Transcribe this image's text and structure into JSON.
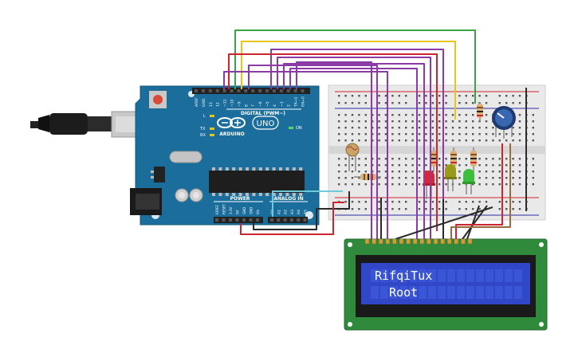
{
  "arduino": {
    "logo_text": "ARDUINO",
    "model": "UNO",
    "digital_label": "DIGITAL (PWM~)",
    "power_label": "POWER",
    "analog_label": "ANALOG IN",
    "on_label": "ON",
    "led_labels": [
      "L",
      "TX",
      "RX"
    ],
    "digital_pins": [
      "AREF",
      "GND",
      "13",
      "12",
      "~11",
      "~10",
      "~9",
      "8",
      "7",
      "~6",
      "~5",
      "4",
      "~3",
      "2",
      "TX→1",
      "RX←0"
    ],
    "power_pins": [
      "IOREF",
      "RESET",
      "3.3V",
      "5V",
      "GND",
      "GND",
      "Vin"
    ],
    "analog_pins": [
      "A0",
      "A1",
      "A2",
      "A3",
      "A4",
      "A5"
    ]
  },
  "lcd": {
    "line1": "RifqiTux",
    "line2": "  Root"
  },
  "colors": {
    "board": "#1b6e9c",
    "lcd_pcb": "#2f8a3c",
    "lcd_screen": "#3048c8",
    "breadboard": "#e9e9e9",
    "wire_purple": "#8c3aa8",
    "wire_red": "#d0232f",
    "wire_yellow": "#e8c51b",
    "wire_green": "#3ca24a",
    "wire_black": "#2a2a2a",
    "wire_brown": "#9a6a3c",
    "wire_cyan": "#6ec9d8"
  },
  "components": [
    "usb-cable",
    "arduino-uno",
    "breadboard",
    "photoresistor",
    "resistor",
    "red-led",
    "yellow-led",
    "green-led",
    "potentiometer",
    "lcd-16x2"
  ]
}
